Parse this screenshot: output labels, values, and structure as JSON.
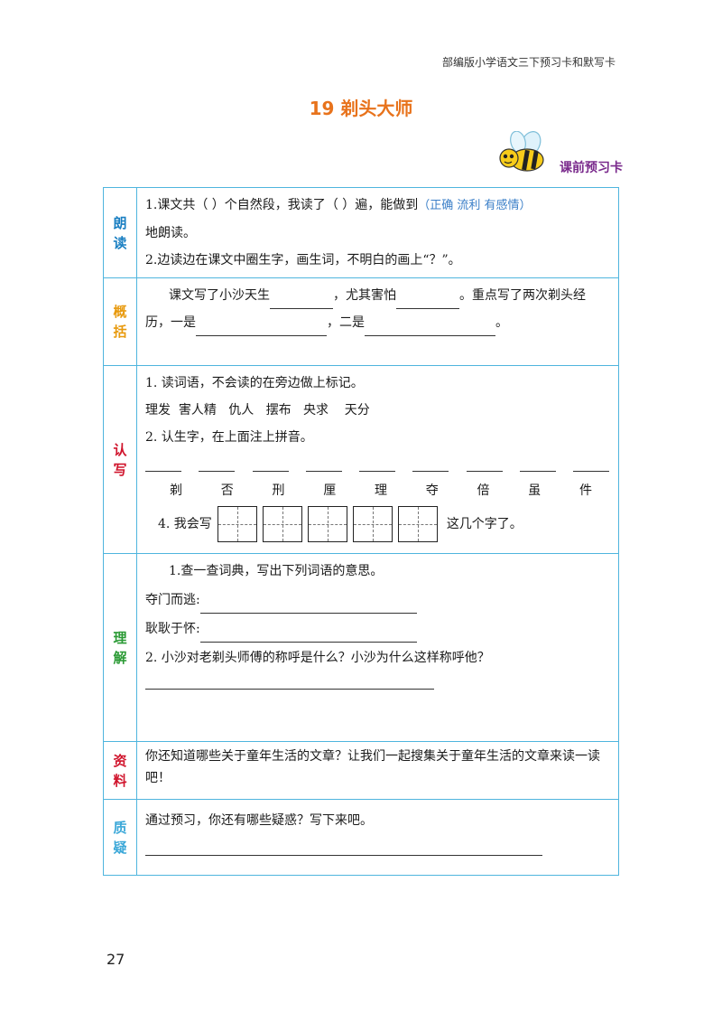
{
  "header": {
    "series": "部编版小学语文三下预习卡和默写卡"
  },
  "title": "19  剃头大师",
  "badge": {
    "label": "课前预习卡"
  },
  "sections": {
    "reading": {
      "label_1": "朗",
      "label_2": "读",
      "q1_a": "1.课文共（    ）个自然段，我读了（    ）遍，能做到",
      "q1_req": "（正确 流利 有感情）",
      "q1_b": "地朗读。",
      "q2": "2.边读边在课文中圈生字，画生词，不明白的画上“？”。"
    },
    "summary": {
      "label_1": "概",
      "label_2": "括",
      "p1_a": "课文写了小沙天生",
      "p1_b": "，尤其害怕",
      "p1_c": "。重点写了两次剃头经",
      "p2_a": "历，一是",
      "p2_b": "，二是",
      "p2_c": "。"
    },
    "recognize": {
      "label_1": "认",
      "label_2": "写",
      "q1": "1. 读词语，不会读的在旁边做上标记。",
      "words": "理发  害人精   仇人   摆布   央求    天分",
      "q2": "2. 认生字，在上面注上拼音。",
      "chars": [
        "剃",
        "否",
        "刑",
        "厘",
        "理",
        "夺",
        "倍",
        "虽",
        "件"
      ],
      "q4_a": "4. 我会写",
      "q4_b": "这几个字了。"
    },
    "understand": {
      "label_1": "理",
      "label_2": "解",
      "q1": "1.查一查词典，写出下列词语的意思。",
      "w1": "夺门而逃:",
      "w2": "耿耿于怀:",
      "q2": "2. 小沙对老剃头师傅的称呼是什么？小沙为什么这样称呼他？"
    },
    "resources": {
      "label_1": "资",
      "label_2": "料",
      "text": "你还知道哪些关于童年生活的文章？让我们一起搜集关于童年生活的文章来读一读吧！"
    },
    "questions": {
      "label_1": "质",
      "label_2": "疑",
      "text": "通过预习，你还有哪些疑惑？写下来吧。"
    }
  },
  "page_number": "27"
}
